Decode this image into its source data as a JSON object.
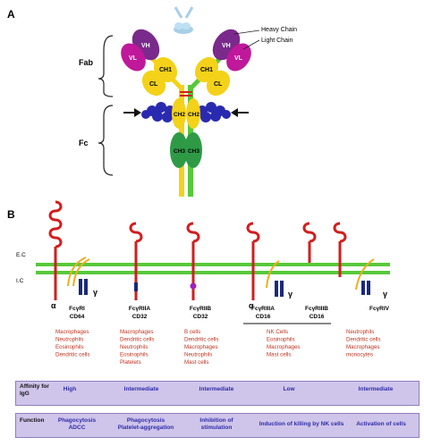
{
  "panel_a": {
    "label": "A",
    "heavy_chain": "Heavy Chain",
    "light_chain": "Light Chain",
    "fab": "Fab",
    "fc": "Fc",
    "vh": "VH",
    "vl": "VL",
    "ch1": "CH1",
    "cl": "CL",
    "ch2": "CH2",
    "ch3": "CH3"
  },
  "panel_b": {
    "label": "B",
    "ec": "E.C",
    "ic": "I.C",
    "alpha": "α",
    "gamma": "γ",
    "receptors": [
      {
        "name": "FcγRI",
        "cd": "CD64",
        "cells": [
          "Macrophages",
          "Neutrophils",
          "Eosinophils",
          "Dendritic cells"
        ]
      },
      {
        "name": "FcγRIIA",
        "cd": "CD32",
        "cells": [
          "Macrophages",
          "Dendritic cells",
          "Neutrophils",
          "Eosinophils",
          "Platelets"
        ]
      },
      {
        "name": "FcγRIIB",
        "cd": "CD32",
        "cells": [
          "B cells",
          "Dendritic cells",
          "Macrophages",
          "Neutrophils",
          "Mast cells"
        ]
      },
      {
        "name": "FcγRIIIA",
        "cd": "CD16",
        "cells": []
      },
      {
        "name": "FcγRIIIB",
        "cd": "CD16",
        "cells": []
      },
      {
        "name": "FcγRIV",
        "cd": "",
        "cells": [
          "Neutrophils",
          "Dendritic cells",
          "Macrophages",
          "monocytes"
        ]
      }
    ],
    "shared_cells": [
      "NK Cells",
      "Eosinophils",
      "Macrophages",
      "Mast cells"
    ]
  },
  "affinity": {
    "label": "Affinity for IgG",
    "values": [
      "High",
      "Intermediate",
      "Intermediate",
      "Low",
      "Intermediate"
    ]
  },
  "function": {
    "label": "Function",
    "values": [
      [
        "Phagocytosis",
        "ADCC"
      ],
      [
        "Phagocytosis",
        "Platelet-aggregation"
      ],
      [
        "Inhibition of",
        "stimulation"
      ],
      [
        "Induction of killing by NK cells"
      ],
      [
        "Activation of cells"
      ]
    ]
  },
  "colors": {
    "heavy_purple": "#7a2a8a",
    "light_magenta": "#c0189a",
    "ch1_yellow": "#f4d21a",
    "ch2_blue": "#2a2ab0",
    "ch3_green": "#2e9a46",
    "membrane_green": "#57c93a",
    "receptor_red": "#d21e1e",
    "gamma_navy": "#1a2a7a",
    "cell_text": "#c0321e",
    "table_bg": "#cfc4ea",
    "table_text": "#2c2ca8"
  }
}
